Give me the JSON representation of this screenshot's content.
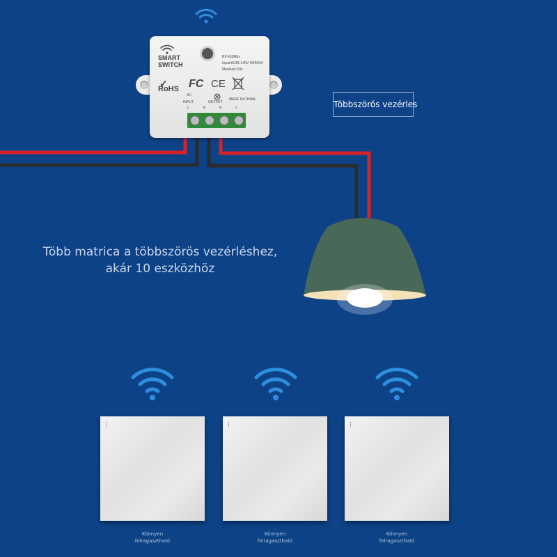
{
  "colors": {
    "background": "#0d4287",
    "wire_red": "#d6232a",
    "wire_black": "#2b2b2b",
    "wifi_blue": "#2e8ee0",
    "lamp_shade": "#4a6858"
  },
  "module": {
    "brand_line1": "SMART",
    "brand_line2": "SWITCH",
    "rf": "RF:433Mhz",
    "input": "Input:AC85-240V 50/60HZ",
    "maxload": "Maxload:10A",
    "rohs": "RoHS",
    "fc": "FC",
    "ce": "CE",
    "made_in": "MADE IN CHINA",
    "ac_label": "AC",
    "input_label": "INPUT",
    "output_label": "OUTPUT",
    "terminal_labels": [
      "L",
      "N",
      "N",
      "L"
    ],
    "icons": [
      "wifi-icon",
      "weee-bin-icon",
      "bulb-symbol-icon"
    ]
  },
  "caption": "Többszörös vezérles",
  "headline": {
    "line1": "Több matrica a többszörös vezérléshez,",
    "line2": "akár 10 eszközhöz"
  },
  "switches": [
    {
      "caption_line1": "Könnyen",
      "caption_line2": "felragasztható"
    },
    {
      "caption_line1": "Könnyen",
      "caption_line2": "felragasztható"
    },
    {
      "caption_line1": "Könnyen",
      "caption_line2": "felragasztható"
    }
  ]
}
